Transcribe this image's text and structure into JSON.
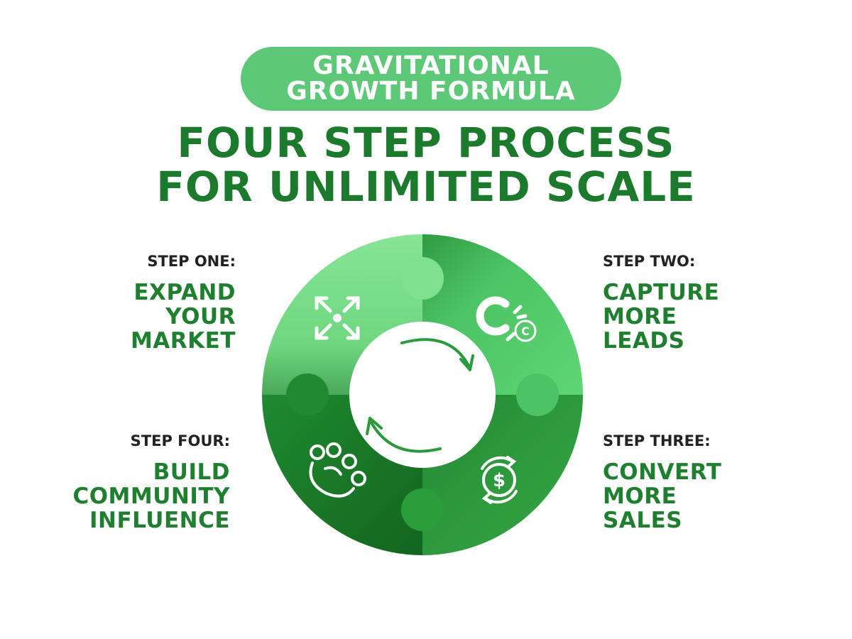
{
  "header": {
    "pill_line1": "GRAVITATIONAL",
    "pill_line2": "GROWTH FORMULA",
    "title_line1": "FOUR STEP PROCESS",
    "title_line2": "FOR UNLIMITED SCALE"
  },
  "steps": [
    {
      "label": "STEP ONE:",
      "lines": [
        "EXPAND",
        "YOUR",
        "MARKET"
      ],
      "icon": "expand-arrows-icon"
    },
    {
      "label": "STEP TWO:",
      "lines": [
        "CAPTURE",
        "MORE",
        "LEADS"
      ],
      "icon": "magnet-icon"
    },
    {
      "label": "STEP THREE:",
      "lines": [
        "CONVERT",
        "MORE",
        "SALES"
      ],
      "icon": "dollar-cycle-icon"
    },
    {
      "label": "STEP FOUR:",
      "lines": [
        "BUILD",
        "COMMUNITY",
        "INFLUENCE"
      ],
      "icon": "community-icon"
    }
  ],
  "colors": {
    "pill": "#5cc878",
    "title": "#1b7a2c",
    "step_text": "#1e7f2f",
    "q1": "#7fe08f",
    "q2": "#4cc364",
    "q3": "#2f9e3c",
    "q4": "#1c7a2b"
  }
}
